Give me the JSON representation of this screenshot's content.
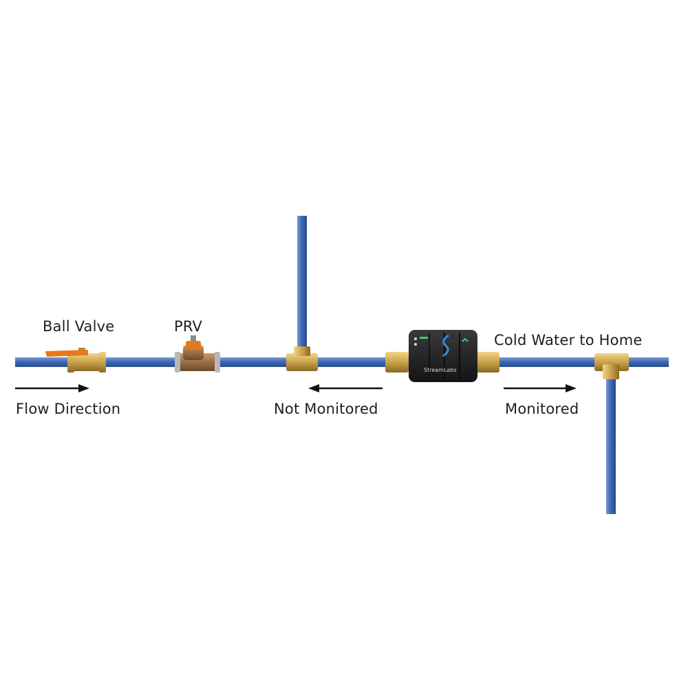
{
  "labels": {
    "ball_valve": "Ball Valve",
    "prv": "PRV",
    "cold_water_to_home": "Cold Water to Home",
    "flow_direction": "Flow Direction",
    "not_monitored": "Not Monitored",
    "monitored": "Monitored"
  },
  "meter": {
    "brand": "StreamLabs"
  },
  "colors": {
    "pipe": "#3f69b6",
    "brass": "#c9a24a",
    "valve_handle": "#e8781e",
    "meter_body": "#1f1f22",
    "meter_accent_green": "#3fd06a",
    "meter_logo_blue": "#2f8fe0"
  }
}
